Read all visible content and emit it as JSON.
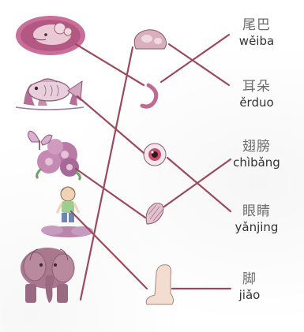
{
  "words": [
    {
      "id": "tail",
      "hanzi": "尾巴",
      "pinyin": "wěiba"
    },
    {
      "id": "ear",
      "hanzi": "耳朵",
      "pinyin": "ěrduo"
    },
    {
      "id": "wing",
      "hanzi": "翅膀",
      "pinyin": "chìbǎng"
    },
    {
      "id": "eye",
      "hanzi": "眼睛",
      "pinyin": "yǎnjing"
    },
    {
      "id": "foot",
      "hanzi": "脚",
      "pinyin": "jiǎo"
    }
  ],
  "animals_column": [
    "fish-icon",
    "mouse-icon",
    "butterfly-icon",
    "boy-icon",
    "elephant-icon"
  ],
  "parts_column": [
    "ear-part-icon",
    "tail-part-icon",
    "eye-part-icon",
    "wing-part-icon",
    "foot-part-icon"
  ],
  "colors": {
    "line": "#9b4a5e",
    "pink": "#d98aa8",
    "purple": "#9b7fb4",
    "green": "#6da06a",
    "text": "#333333"
  }
}
